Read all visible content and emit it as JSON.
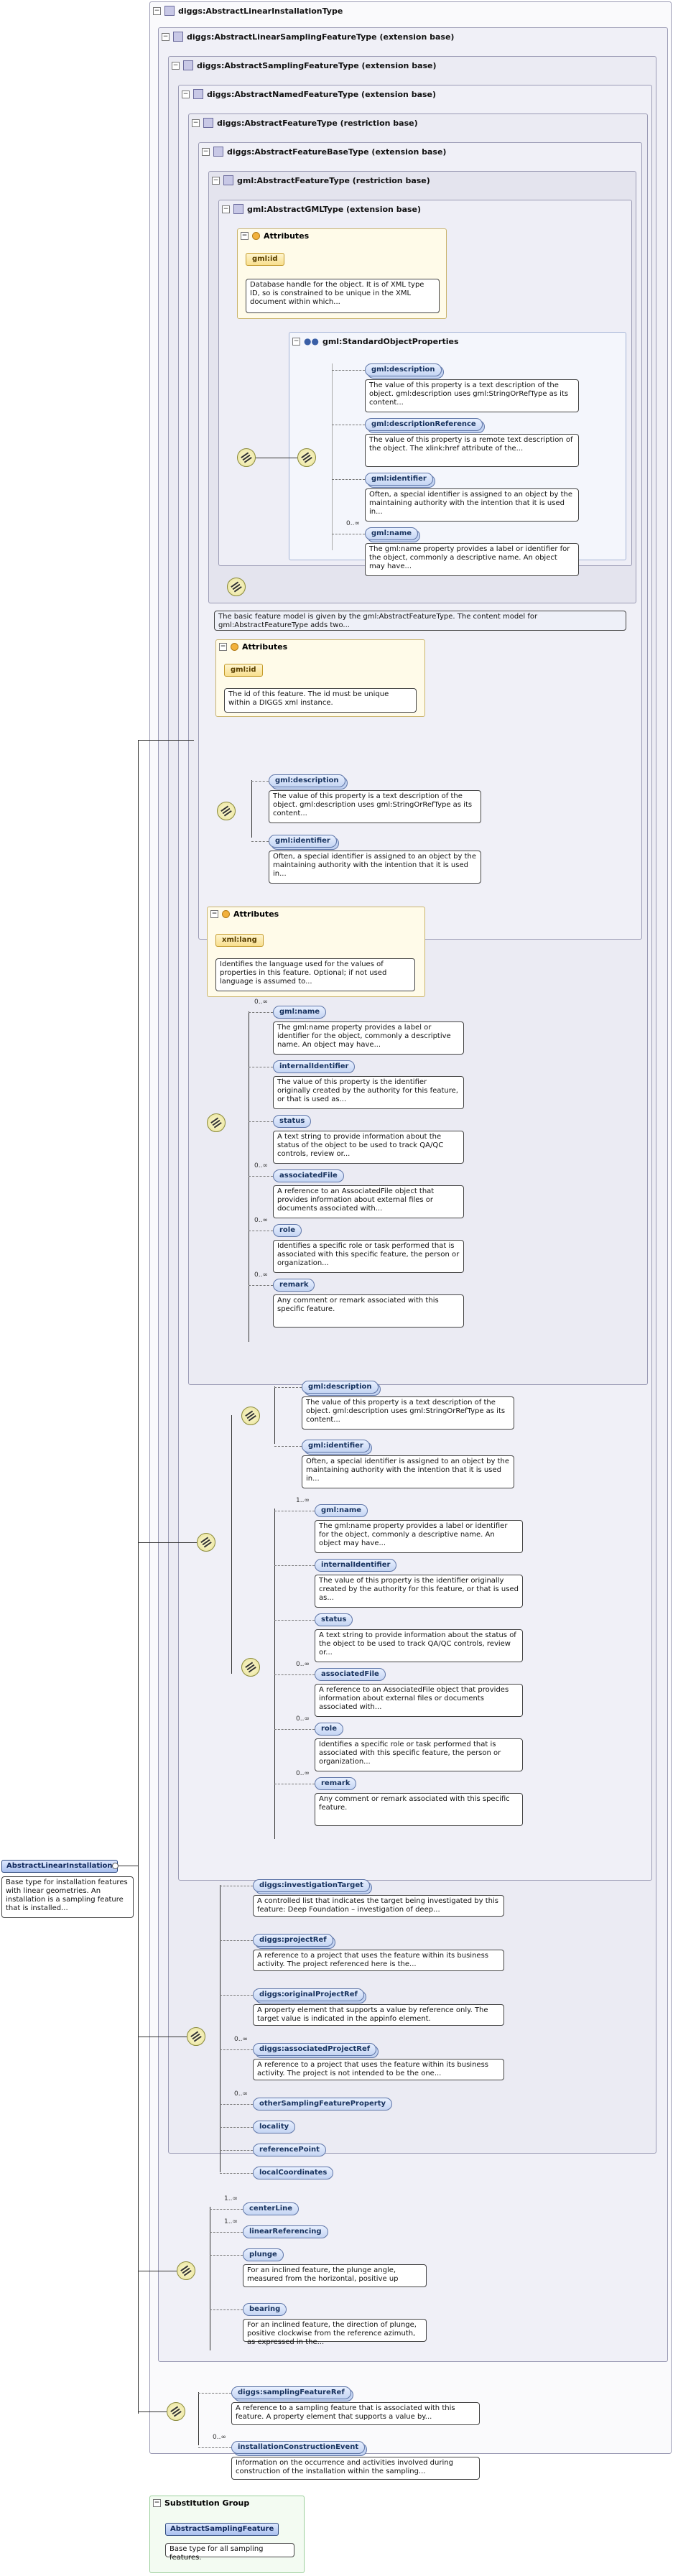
{
  "root": {
    "title": "diggs:AbstractLinearInstallationType",
    "element_name": "AbstractLinearInstallation",
    "element_desc": "Base type for installation features with linear geometries. An installation is a sampling feature that is installed..."
  },
  "frames": {
    "f1": "diggs:AbstractLinearSamplingFeatureType (extension base)",
    "f2": "diggs:AbstractSamplingFeatureType (extension base)",
    "f3": "diggs:AbstractNamedFeatureType (extension base)",
    "f4": "diggs:AbstractFeatureType (restriction base)",
    "f5": "diggs:AbstractFeatureBaseType (extension base)",
    "f6": "gml:AbstractFeatureType (restriction base)",
    "f7": "gml:AbstractGMLType (extension base)"
  },
  "attributes_label": "Attributes",
  "gml_type": {
    "id_label": "gml:id",
    "id_desc": "Database handle for the object. It is of XML type ID, so is constrained to be unique in the XML document within which...",
    "group_label": "gml:StandardObjectProperties",
    "items": [
      {
        "name": "gml:description",
        "mult": "",
        "desc": "The value of this property is a text description of the object. gml:description uses gml:StringOrRefType as its content..."
      },
      {
        "name": "gml:descriptionReference",
        "mult": "",
        "desc": "The value of this property is a remote text description of the object. The xlink:href attribute of the..."
      },
      {
        "name": "gml:identifier",
        "mult": "",
        "desc": "Often, a special identifier is assigned to an object by the maintaining authority with the intention that it is used in..."
      },
      {
        "name": "gml:name",
        "mult": "0..∞",
        "desc": "The gml:name property provides a label or identifier for the object, commonly a descriptive name. An object may have..."
      }
    ]
  },
  "feature_base": {
    "note": "The basic feature model is given by the gml:AbstractFeatureType. The content model for gml:AbstractFeatureType adds two...",
    "id_label": "gml:id",
    "id_desc": "The id of this feature. The id must be unique within a DIGGS xml instance.",
    "items": [
      {
        "name": "gml:description",
        "desc": "The value of this property is a text description of the object. gml:description uses gml:StringOrRefType as its content..."
      },
      {
        "name": "gml:identifier",
        "desc": "Often, a special identifier is assigned to an object by the maintaining authority with the intention that it is used in..."
      }
    ]
  },
  "feature_type": {
    "lang_label": "xml:lang",
    "lang_desc": "Identifies the language used for the values of properties in this feature. Optional; if not used language is assumed to...",
    "items": [
      {
        "name": "gml:name",
        "mult": "0..∞",
        "desc": "The gml:name property provides a label or identifier for the object, commonly a descriptive name. An object may have..."
      },
      {
        "name": "internalIdentifier",
        "mult": "",
        "desc": "The value of this property is the identifier originally created by the authority for this feature, or that is used as..."
      },
      {
        "name": "status",
        "mult": "",
        "desc": "A text string to provide information about the status of the object to be used to track QA/QC controls, review or..."
      },
      {
        "name": "associatedFile",
        "mult": "0..∞",
        "desc": "A reference to an AssociatedFile object that provides information about external files or documents associated with..."
      },
      {
        "name": "role",
        "mult": "0..∞",
        "desc": "Identifies a specific role or task performed that is associated with this specific feature, the person or organization..."
      },
      {
        "name": "remark",
        "mult": "0..∞",
        "desc": "Any comment or remark associated with this specific feature."
      }
    ]
  },
  "named_feature": {
    "choice_a": [
      {
        "name": "gml:description",
        "desc": "The value of this property is a text description of the object. gml:description uses gml:StringOrRefType as its content..."
      },
      {
        "name": "gml:identifier",
        "desc": "Often, a special identifier is assigned to an object by the maintaining authority with the intention that it is used in..."
      }
    ],
    "choice_b": [
      {
        "name": "gml:name",
        "mult": "1..∞",
        "desc": "The gml:name property provides a label or identifier for the object, commonly a descriptive name. An object may have..."
      },
      {
        "name": "internalIdentifier",
        "mult": "",
        "desc": "The value of this property is the identifier originally created by the authority for this feature, or that is used as..."
      },
      {
        "name": "status",
        "mult": "",
        "desc": "A text string to provide information about the status of the object to be used to track QA/QC controls, review or..."
      },
      {
        "name": "associatedFile",
        "mult": "0..∞",
        "desc": "A reference to an AssociatedFile object that provides information about external files or documents associated with..."
      },
      {
        "name": "role",
        "mult": "0..∞",
        "desc": "Identifies a specific role or task performed that is associated with this specific feature, the person or organization..."
      },
      {
        "name": "remark",
        "mult": "0..∞",
        "desc": "Any comment or remark associated with this specific feature."
      }
    ]
  },
  "sampling_feature": {
    "items": [
      {
        "name": "diggs:investigationTarget",
        "mult": "",
        "desc": "A controlled list that indicates the target being investigated by this feature: Deep Foundation – investigation of deep..."
      },
      {
        "name": "diggs:projectRef",
        "mult": "",
        "desc": "A reference to a project that uses the feature within its business activity. The project referenced here is the..."
      },
      {
        "name": "diggs:originalProjectRef",
        "mult": "",
        "desc": "A property element that supports a value by reference only. The target value is indicated in the appinfo element."
      },
      {
        "name": "diggs:associatedProjectRef",
        "mult": "0..∞",
        "desc": "A reference to a project that uses the feature within its business activity. The project is not intended to be the one..."
      },
      {
        "name": "otherSamplingFeatureProperty",
        "mult": "0..∞",
        "desc": ""
      },
      {
        "name": "locality",
        "mult": "",
        "desc": ""
      },
      {
        "name": "referencePoint",
        "mult": "",
        "desc": ""
      },
      {
        "name": "localCoordinates",
        "mult": "",
        "desc": ""
      }
    ]
  },
  "linear_sampling": {
    "items": [
      {
        "name": "centerLine",
        "mult": "1..∞",
        "desc": ""
      },
      {
        "name": "linearReferencing",
        "mult": "1..∞",
        "desc": ""
      },
      {
        "name": "plunge",
        "mult": "",
        "desc": "For an inclined feature, the plunge angle, measured from the horizontal, positive up"
      },
      {
        "name": "bearing",
        "mult": "",
        "desc": "For an inclined feature, the direction of plunge, positive clockwise from the reference azimuth, as expressed in the..."
      }
    ]
  },
  "installation": {
    "items": [
      {
        "name": "diggs:samplingFeatureRef",
        "mult": "",
        "desc": "A reference to a sampling feature that is associated with this feature. A property element that supports a value by..."
      },
      {
        "name": "installationConstructionEvent",
        "mult": "0..∞",
        "desc": "Information on the occurrence and activities involved during construction of the installation within the sampling..."
      }
    ]
  },
  "substitution": {
    "title": "Substitution Group",
    "element": "AbstractSamplingFeature",
    "desc": "Base type for all sampling features."
  }
}
